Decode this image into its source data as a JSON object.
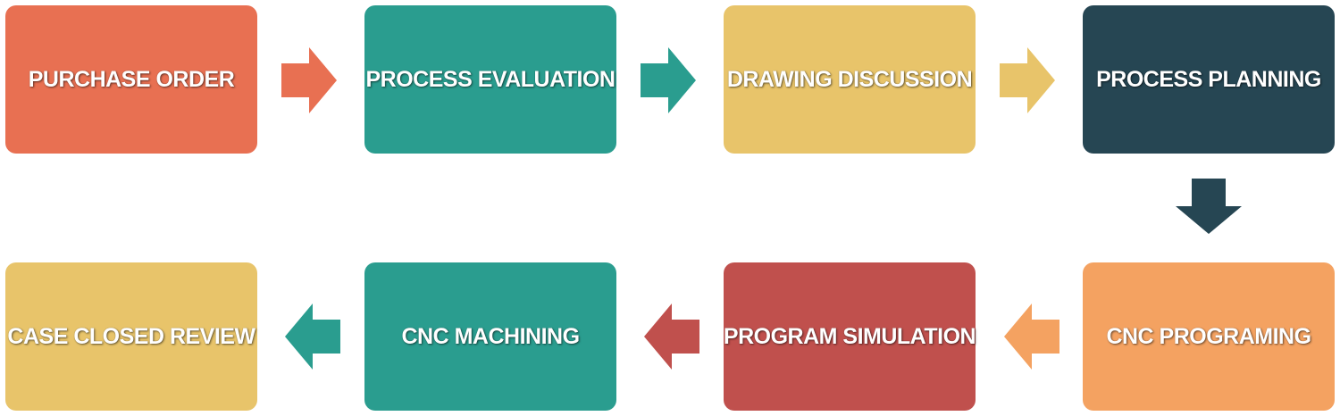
{
  "steps": [
    {
      "label": "PURCHASE ORDER",
      "color": "#E87052"
    },
    {
      "label": "PROCESS EVALUATION",
      "color": "#2A9D8F"
    },
    {
      "label": "DRAWING DISCUSSION",
      "color": "#E8C46A"
    },
    {
      "label": "PROCESS PLANNING",
      "color": "#264653"
    },
    {
      "label": "CNC PROGRAMING",
      "color": "#F4A261"
    },
    {
      "label": "PROGRAM SIMULATION",
      "color": "#C0504D"
    },
    {
      "label": "CNC MACHINING",
      "color": "#2A9D8F"
    },
    {
      "label": "CASE CLOSED REVIEW",
      "color": "#E8C46A"
    }
  ],
  "arrows": [
    {
      "direction": "right",
      "color": "#E87052"
    },
    {
      "direction": "right",
      "color": "#2A9D8F"
    },
    {
      "direction": "right",
      "color": "#E8C46A"
    },
    {
      "direction": "down",
      "color": "#264653"
    },
    {
      "direction": "left",
      "color": "#F4A261"
    },
    {
      "direction": "left",
      "color": "#C0504D"
    },
    {
      "direction": "left",
      "color": "#2A9D8F"
    }
  ]
}
